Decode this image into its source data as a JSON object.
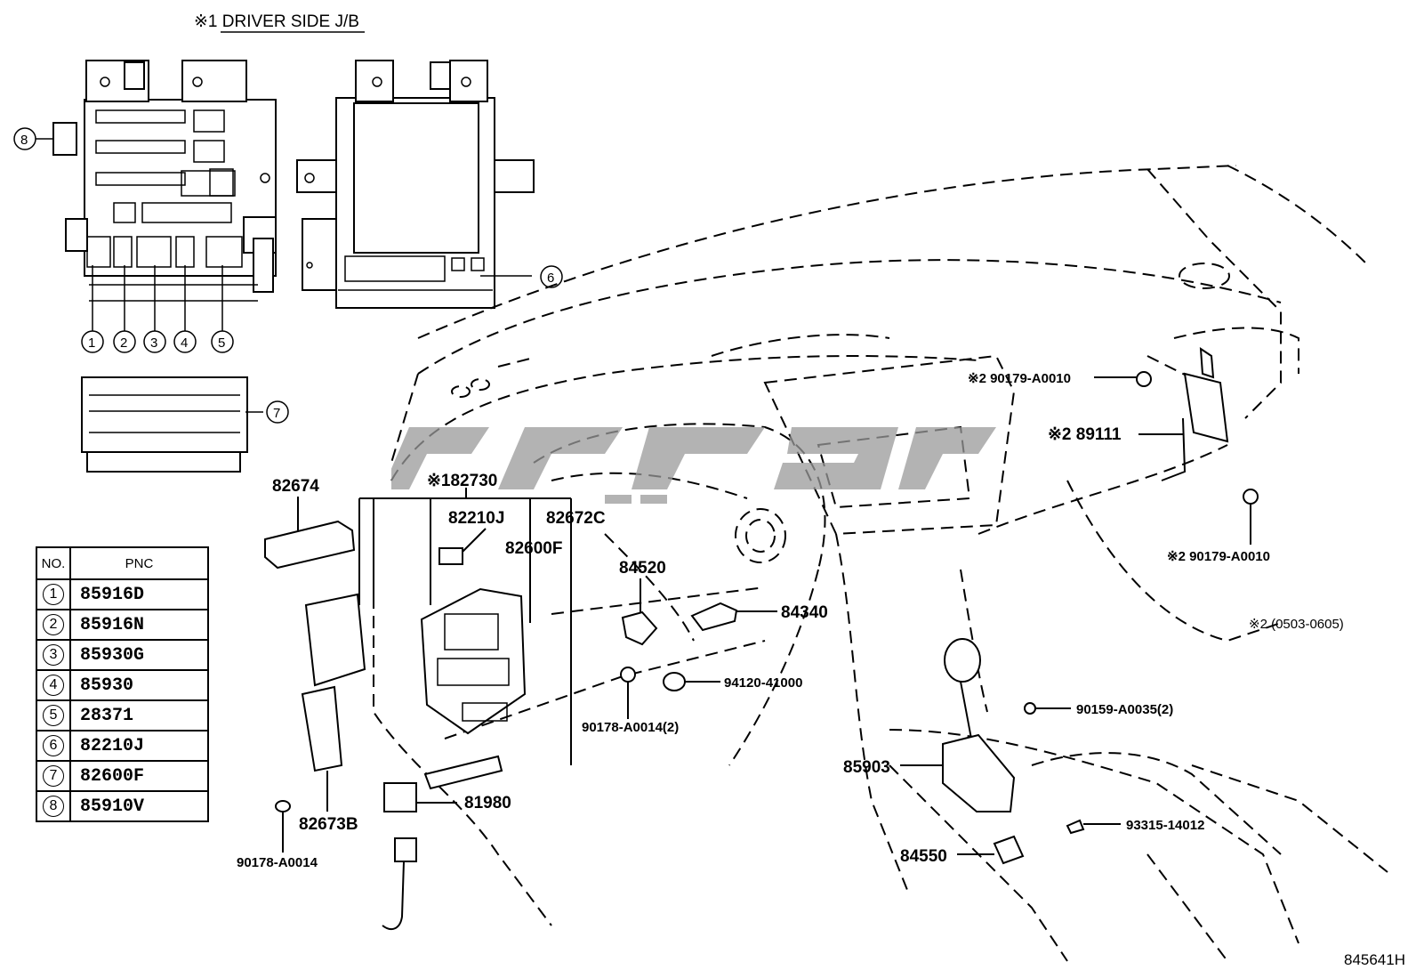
{
  "header": {
    "title": "※1 DRIVER SIDE J/B"
  },
  "reference_code": "845641H",
  "callouts": {
    "c1": "1",
    "c2": "2",
    "c3": "3",
    "c4": "4",
    "c5": "5",
    "c6": "6",
    "c7": "7",
    "c8": "8"
  },
  "parts": {
    "p82674": "82674",
    "p82730": "※182730",
    "p82210J": "82210J",
    "p82672C": "82672C",
    "p82600F": "82600F",
    "p84520": "84520",
    "p84340": "84340",
    "p94120": "94120-41000",
    "p90178_2": "90178-A0014(2)",
    "p81980": "81980",
    "p82673B": "82673B",
    "p90178": "90178-A0014",
    "p90179_a": "※2  90179-A0010",
    "p89111": "※2  89111",
    "p90179_b": "※2  90179-A0010",
    "p_note": "※2 (0503-0605)",
    "p90159": "90159-A0035(2)",
    "p85903": "85903",
    "p93315": "93315-14012",
    "p84550": "84550"
  },
  "pnc_table": {
    "col_no": "NO.",
    "col_pnc": "PNC",
    "rows": [
      {
        "no": "1",
        "pnc": "85916D"
      },
      {
        "no": "2",
        "pnc": "85916N"
      },
      {
        "no": "3",
        "pnc": "85930G"
      },
      {
        "no": "4",
        "pnc": "85930"
      },
      {
        "no": "5",
        "pnc": "28371"
      },
      {
        "no": "6",
        "pnc": "82210J"
      },
      {
        "no": "7",
        "pnc": "82600F"
      },
      {
        "no": "8",
        "pnc": "85910V"
      }
    ]
  }
}
